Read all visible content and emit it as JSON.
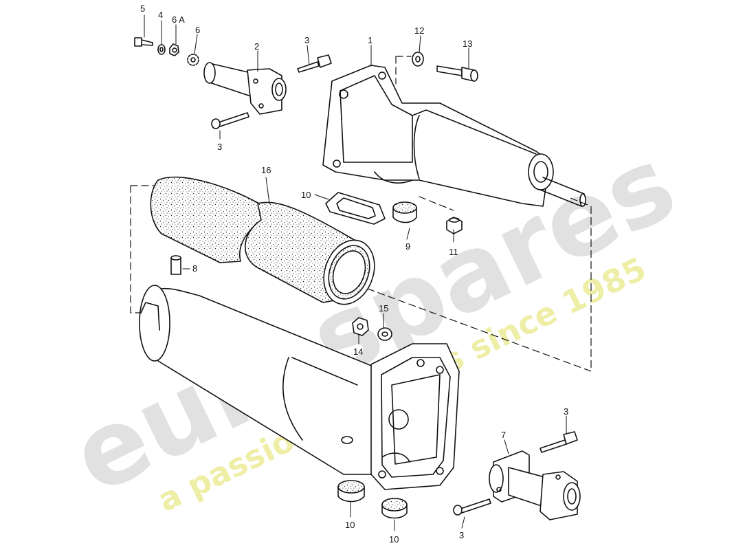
{
  "watermark": {
    "brand": "eurospares",
    "tagline": "a passion for parts since 1985",
    "brand_color": "#d8d8d8",
    "tagline_color": "#e9e98a"
  },
  "diagram": {
    "line_color": "#111111",
    "callouts": [
      {
        "id": "c5",
        "text": "5"
      },
      {
        "id": "c4",
        "text": "4"
      },
      {
        "id": "c6a",
        "text": "6 A"
      },
      {
        "id": "c6",
        "text": "6"
      },
      {
        "id": "c2",
        "text": "2"
      },
      {
        "id": "c3a",
        "text": "3"
      },
      {
        "id": "c3b",
        "text": "3"
      },
      {
        "id": "c1",
        "text": "1"
      },
      {
        "id": "c12",
        "text": "12"
      },
      {
        "id": "c13",
        "text": "13"
      },
      {
        "id": "c16",
        "text": "16"
      },
      {
        "id": "c10a",
        "text": "10"
      },
      {
        "id": "c9",
        "text": "9"
      },
      {
        "id": "c11",
        "text": "11"
      },
      {
        "id": "c8",
        "text": "8"
      },
      {
        "id": "c15",
        "text": "15"
      },
      {
        "id": "c14",
        "text": "14"
      },
      {
        "id": "c3c",
        "text": "3"
      },
      {
        "id": "c7",
        "text": "7"
      },
      {
        "id": "c3d",
        "text": "3"
      },
      {
        "id": "c10b",
        "text": "10"
      },
      {
        "id": "c10c",
        "text": "10"
      }
    ]
  }
}
